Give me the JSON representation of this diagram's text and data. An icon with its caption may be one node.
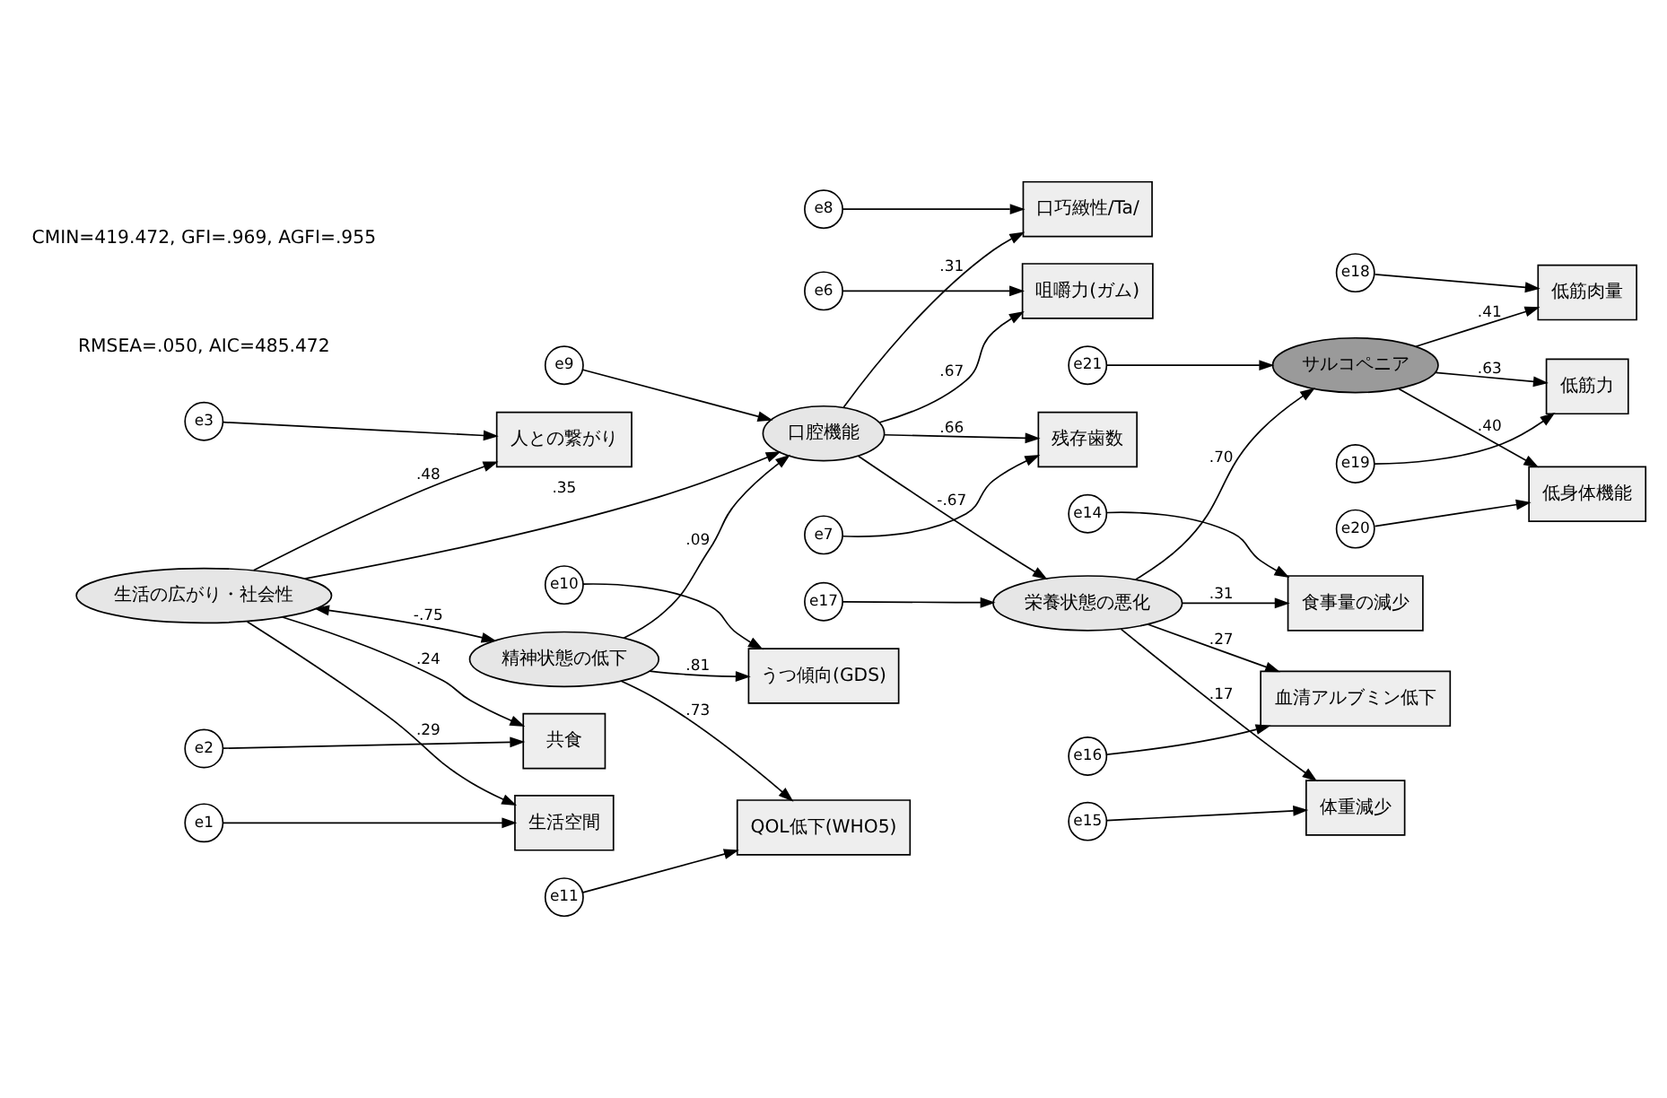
{
  "diagram": {
    "nodes": [
      {
        "text": [
          "e3"
        ]
      },
      {
        "text": [
          "人との繋がり"
        ]
      },
      {
        "text": [
          "e2"
        ]
      },
      {
        "text": [
          "共食"
        ]
      },
      {
        "text": [
          "生活の広がり・社会性"
        ]
      },
      {
        "text": [
          "e1"
        ]
      },
      {
        "text": [
          "生活空間"
        ]
      },
      {
        "text": [
          "e8"
        ]
      },
      {
        "text": [
          "e6"
        ]
      },
      {
        "text": [
          "e7"
        ]
      },
      {
        "text": [
          "口巧緻性/Ta/"
        ]
      },
      {
        "text": [
          "e17"
        ]
      },
      {
        "text": [
          "低筋肉量"
        ]
      },
      {
        "text": [
          "e18"
        ]
      },
      {
        "text": [
          "咀嚼力(ガム)"
        ]
      },
      {
        "text": [
          "残存歯数"
        ]
      },
      {
        "text": [
          "口腔機能"
        ]
      },
      {
        "text": [
          "栄養状態の悪化"
        ]
      },
      {
        "text": [
          "サルコペニア"
        ]
      },
      {
        "text": [
          "低筋力"
        ]
      },
      {
        "text": [
          "e19"
        ]
      },
      {
        "text": [
          "e9"
        ]
      },
      {
        "text": [
          "e21"
        ]
      },
      {
        "text": [
          "低身体機能"
        ]
      },
      {
        "text": [
          "e20"
        ]
      },
      {
        "text": [
          "食事量の減少"
        ]
      },
      {
        "text": [
          "血清アルブミン低下"
        ]
      },
      {
        "text": [
          "精神状態の低下"
        ]
      },
      {
        "text": [
          "e14"
        ]
      },
      {
        "text": [
          "e16"
        ]
      },
      {
        "text": [
          "体重減少"
        ]
      },
      {
        "text": [
          "うつ傾向(GDS)"
        ]
      },
      {
        "text": [
          "QOL低下(WHO5)"
        ]
      },
      {
        "text": [
          "e15"
        ]
      },
      {
        "text": [
          "e10"
        ]
      },
      {
        "text": [
          "e11"
        ]
      }
    ],
    "edges": [
      {
        "from": 0,
        "to": 1,
        "arrow": "to"
      },
      {
        "from": 4,
        "to": 1,
        "arrow": "to",
        "label": ".48"
      },
      {
        "from": 2,
        "to": 3,
        "arrow": "to"
      },
      {
        "from": 4,
        "to": 3,
        "arrow": "to",
        "label": ".24"
      },
      {
        "from": 4,
        "to": 6,
        "arrow": "to",
        "label": ".29"
      },
      {
        "from": 5,
        "to": 6,
        "arrow": "to"
      },
      {
        "from": 4,
        "to": 27,
        "arrow": "both",
        "label": "-.75"
      },
      {
        "from": 4,
        "to": 16,
        "arrow": "to",
        "label": ".35"
      },
      {
        "from": 8,
        "to": 14,
        "arrow": "to"
      },
      {
        "from": 16,
        "to": 14,
        "arrow": "to",
        "label": ".67"
      },
      {
        "from": 9,
        "to": 15,
        "arrow": "to"
      },
      {
        "from": 16,
        "to": 15,
        "arrow": "to",
        "label": ".66"
      },
      {
        "from": 7,
        "to": 10,
        "arrow": "to"
      },
      {
        "from": 16,
        "to": 10,
        "arrow": "to",
        "label": ".31"
      },
      {
        "from": 21,
        "to": 16,
        "arrow": "to"
      },
      {
        "from": 27,
        "to": 16,
        "arrow": "to",
        "label": ".09"
      },
      {
        "from": 16,
        "to": 17,
        "arrow": "to",
        "label": "-.67"
      },
      {
        "from": 11,
        "to": 17,
        "arrow": "to"
      },
      {
        "from": 17,
        "to": 18,
        "arrow": "to",
        "label": ".70"
      },
      {
        "from": 17,
        "to": 25,
        "arrow": "to",
        "label": ".31"
      },
      {
        "from": 17,
        "to": 30,
        "arrow": "to",
        "label": ".17"
      },
      {
        "from": 17,
        "to": 26,
        "arrow": "to",
        "label": ".27"
      },
      {
        "from": 28,
        "to": 25,
        "arrow": "to"
      },
      {
        "from": 33,
        "to": 30,
        "arrow": "to"
      },
      {
        "from": 29,
        "to": 26,
        "arrow": "to"
      },
      {
        "from": 18,
        "to": 12,
        "arrow": "to",
        "label": ".41"
      },
      {
        "from": 18,
        "to": 19,
        "arrow": "to",
        "label": ".63"
      },
      {
        "from": 18,
        "to": 23,
        "arrow": "to",
        "label": ".40"
      },
      {
        "from": 13,
        "to": 12,
        "arrow": "to"
      },
      {
        "from": 20,
        "to": 19,
        "arrow": "to"
      },
      {
        "from": 24,
        "to": 23,
        "arrow": "to"
      },
      {
        "from": 22,
        "to": 18,
        "arrow": "to"
      },
      {
        "from": 27,
        "to": 31,
        "arrow": "to",
        "label": ".81"
      },
      {
        "from": 27,
        "to": 32,
        "arrow": "to",
        "label": ".73"
      },
      {
        "from": 34,
        "to": 31,
        "arrow": "to"
      },
      {
        "from": 35,
        "to": 32,
        "arrow": "to"
      }
    ],
    "labels": [
      "CMIN=419.472, GFI=.969, AGFI=.955",
      "RMSEA=.050, AIC=485.472"
    ]
  }
}
